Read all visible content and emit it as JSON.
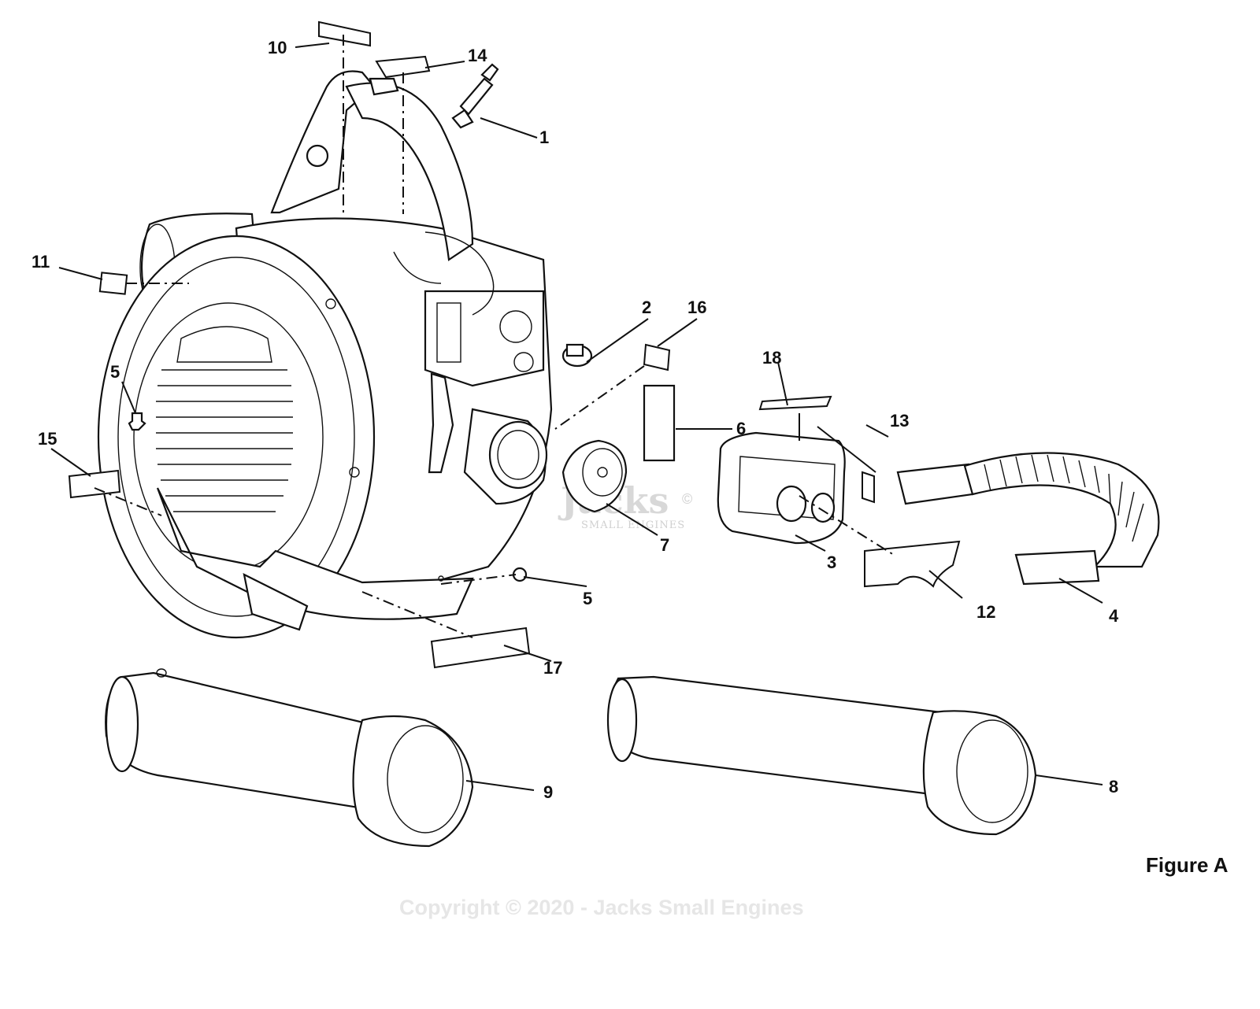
{
  "figure": {
    "title": "Figure A"
  },
  "watermark": {
    "brand": "Jacks",
    "sub": "SMALL ENGINES",
    "mark": "©"
  },
  "copyright": "Copyright © 2020 - Jacks Small Engines",
  "callouts": {
    "c1": "1",
    "c2": "2",
    "c3": "3",
    "c4": "4",
    "c5a": "5",
    "c5b": "5",
    "c6": "6",
    "c7": "7",
    "c8": "8",
    "c9": "9",
    "c10": "10",
    "c11": "11",
    "c12": "12",
    "c13": "13",
    "c14": "14",
    "c15": "15",
    "c16": "16",
    "c17": "17",
    "c18": "18"
  }
}
